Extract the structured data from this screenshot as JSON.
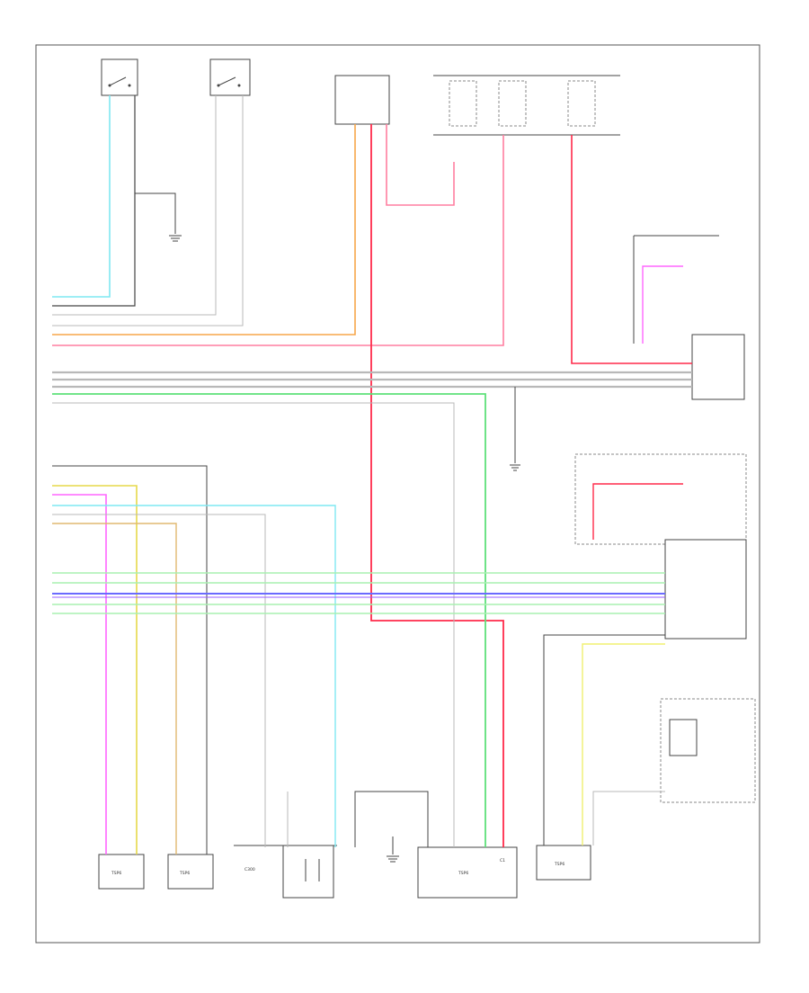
{
  "diagram": {
    "page_tag": "",
    "colors": {
      "lt_blu": "#7fe8f2",
      "blk": "#444444",
      "gry": "#b8b8b8",
      "org": "#f7a64a",
      "pnk": "#ff7fa0",
      "red": "#ff2a4a",
      "grn": "#5ee07a",
      "dk_blu": "#6b6bff",
      "ppl": "#9a5cff",
      "yel": "#e6d94a",
      "tan": "#e0b870",
      "lt_grn": "#a8f0b0",
      "pink_violet": "#ff66ff",
      "lt_yel": "#f0f070"
    },
    "sensor_codes": {
      "s1": "TSP6",
      "s2": "TSP6",
      "center": "TSP6",
      "right": "TSP6"
    },
    "labels": {
      "bottom_center_left": "C300",
      "bottom_center_right": "C1"
    }
  }
}
